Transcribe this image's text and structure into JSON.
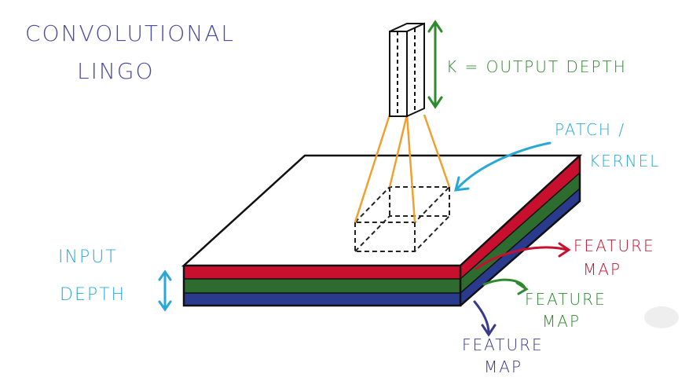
{
  "title": {
    "line1": "CONVOLUTIONAL",
    "line2": "LINGO"
  },
  "labels": {
    "output_depth": "K = OUTPUT DEPTH",
    "patch_line1": "PATCH /",
    "patch_line2": "KERNEL",
    "input_depth_line1": "INPUT",
    "input_depth_line2": "DEPTH",
    "feature_map_red_line1": "FEATURE",
    "feature_map_red_line2": "MAP",
    "feature_map_green_line1": "FEATURE",
    "feature_map_green_line2": "MAP",
    "feature_map_blue_line1": "FEATURE",
    "feature_map_blue_line2": "MAP"
  },
  "colors": {
    "title": "#4a4aa8",
    "cyan": "#29a8d8",
    "green_label": "#2d8a2d",
    "red_label": "#c8102e",
    "navy_label": "#3a3a8c",
    "layer_red": "#c8102e",
    "layer_green": "#2e6b2e",
    "layer_blue": "#2a3a8c",
    "orange": "#f0a030",
    "ink": "#111111"
  }
}
